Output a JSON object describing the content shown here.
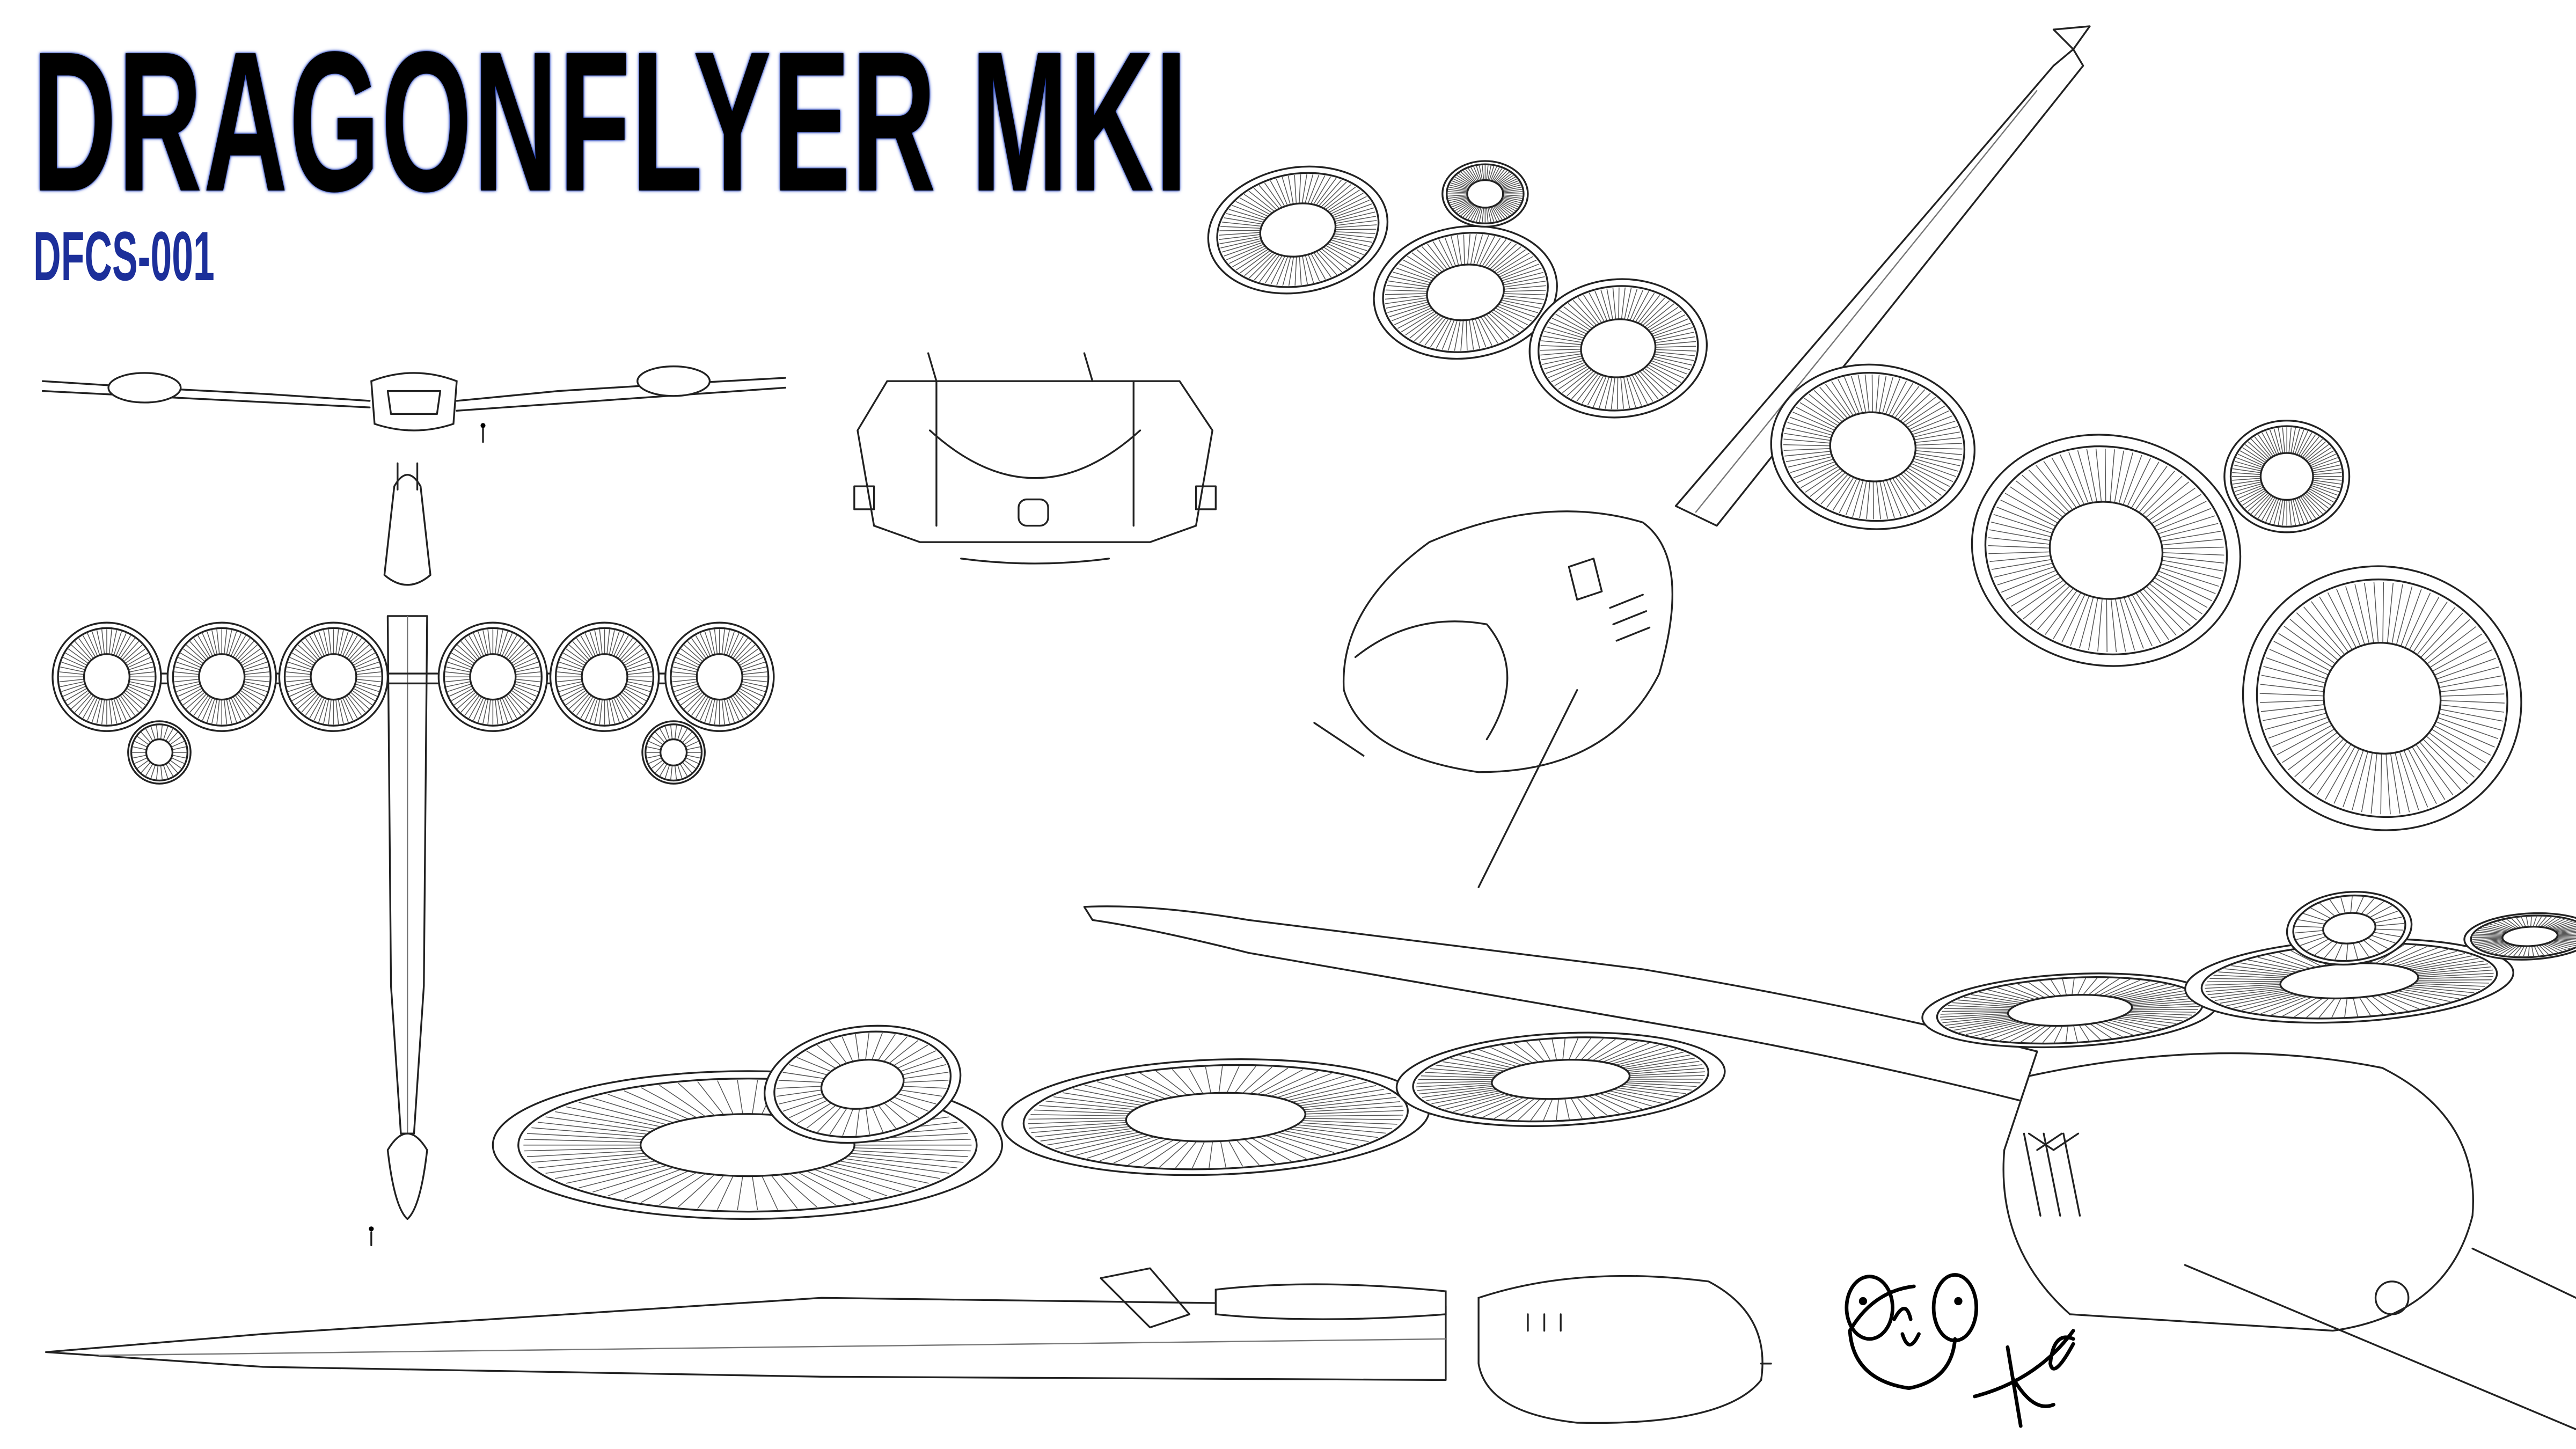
{
  "sheet": {
    "title": "DRAGONFLYER MKI",
    "subtitle": "DFCS-001",
    "signature": "KG",
    "colors": {
      "title_glow": "#1a3bc0",
      "subtitle": "#1c2f9a",
      "line": "#222222"
    }
  }
}
